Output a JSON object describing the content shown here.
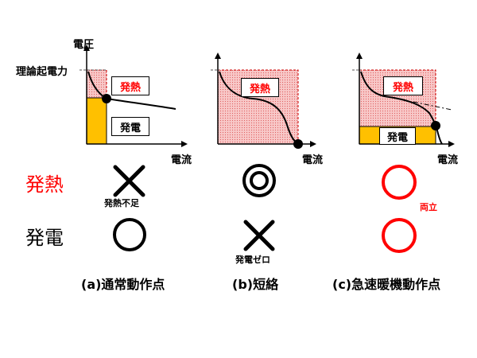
{
  "axes": {
    "voltage_label": "電圧",
    "current_label": "電流",
    "theoretical_emf_label": "理論起電力"
  },
  "panel_a": {
    "heat_label": "発熱",
    "power_label": "発電",
    "heat_result": "×",
    "heat_note": "発熱不足",
    "power_result": "○",
    "caption": "(a)通常動作点"
  },
  "panel_b": {
    "heat_label": "発熱",
    "heat_result": "◎",
    "power_result": "×",
    "power_note": "発電ゼロ",
    "caption": "(b)短絡"
  },
  "panel_c": {
    "heat_label": "発熱",
    "power_label": "発電",
    "heat_result": "○",
    "power_result": "○",
    "both_note": "両立",
    "caption": "(c)急速暖機動作点"
  },
  "rows": {
    "heat": "発熱",
    "power": "発電"
  },
  "colors": {
    "heat_fill": "#f5b8b8",
    "heat_hatch": "#e06060",
    "power_fill": "#ffc000",
    "accent_red": "#ff0000",
    "line": "#000000"
  }
}
